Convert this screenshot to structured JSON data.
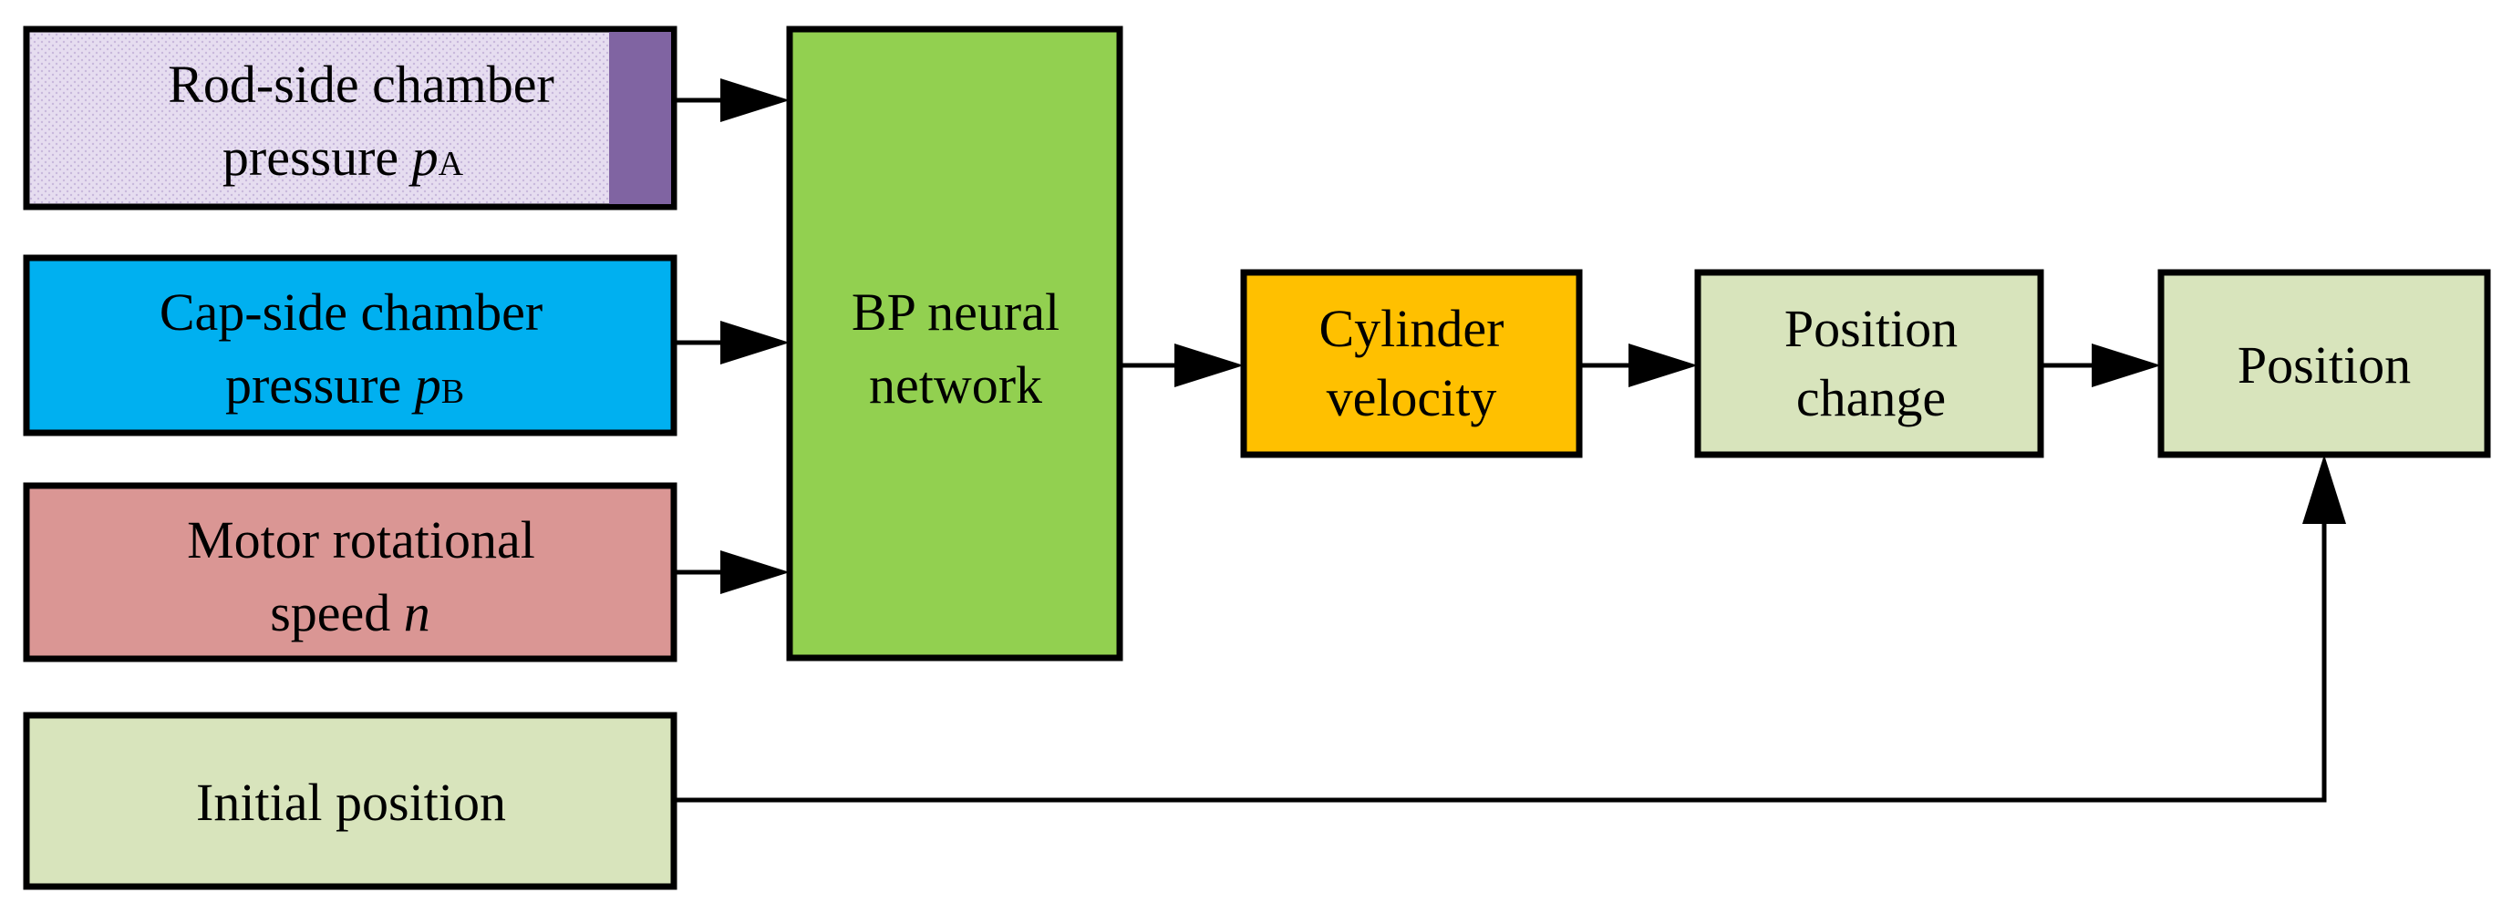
{
  "blocks": {
    "rod_pressure": {
      "line1": "Rod-side chamber",
      "line2_text": "pressure ",
      "var": "p",
      "sub": "A",
      "color": "#E6DDF0",
      "accent": "#8064A2"
    },
    "cap_pressure": {
      "line1": "Cap-side chamber",
      "line2_text": "pressure ",
      "var": "p",
      "sub": "B",
      "color": "#00B0F0"
    },
    "motor_speed": {
      "line1": "Motor rotational",
      "line2_text": "speed ",
      "var": "n",
      "color": "#DA9694"
    },
    "initial_position": {
      "label": "Initial position",
      "color": "#D8E4BC"
    },
    "bp_network": {
      "line1": "BP neural",
      "line2": "network",
      "color": "#92D050"
    },
    "cylinder_velocity": {
      "line1": "Cylinder",
      "line2": "velocity",
      "color": "#FFC000"
    },
    "position_change": {
      "line1": "Position",
      "line2": "change",
      "color": "#D8E4BC"
    },
    "position": {
      "label": "Position",
      "color": "#D8E4BC"
    }
  }
}
